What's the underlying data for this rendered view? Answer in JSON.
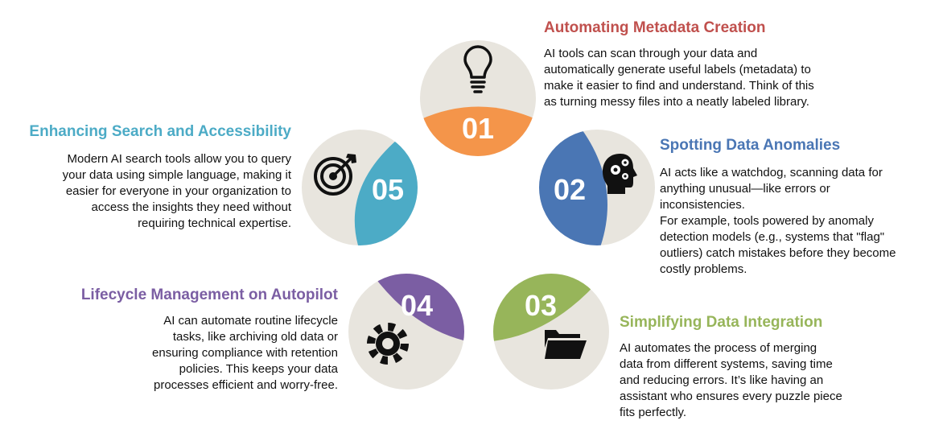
{
  "colors": {
    "circle_bg": "#e8e5de",
    "item01": "#f4954a",
    "item02": "#4a76b4",
    "item03": "#97b55a",
    "item04": "#7b5ea3",
    "item05": "#4cabc6",
    "title01": "#c0504d",
    "title02": "#4a76b4",
    "title03": "#97b55a",
    "title04": "#7b5ea3",
    "title05": "#4cabc6"
  },
  "items": [
    {
      "number": "01",
      "icon": "lightbulb-icon",
      "title": "Automating Metadata Creation",
      "lines": [
        "AI tools can scan through your data and",
        "automatically generate useful labels (metadata) to",
        "make it easier to find and understand. Think of this",
        "as turning messy files into a neatly labeled library."
      ]
    },
    {
      "number": "02",
      "icon": "head-gears-icon",
      "title": "Spotting Data Anomalies",
      "lines": [
        "AI acts like a watchdog, scanning data for",
        "anything unusual—like errors or",
        "inconsistencies.",
        "For example, tools powered by anomaly",
        "detection models (e.g., systems that \"flag\"",
        "outliers) catch mistakes before they become",
        "costly problems."
      ]
    },
    {
      "number": "03",
      "icon": "folder-icon",
      "title": "Simplifying Data Integration",
      "lines": [
        "AI automates the process of merging",
        "data from different systems, saving time",
        "and reducing errors. It’s like having an",
        "assistant who ensures every puzzle piece",
        "fits perfectly."
      ]
    },
    {
      "number": "04",
      "icon": "gear-icon",
      "title": "Lifecycle Management on Autopilot",
      "lines": [
        "AI can automate routine lifecycle",
        "tasks, like archiving old data or",
        "ensuring compliance with retention",
        "policies. This keeps your data",
        "processes efficient and worry-free."
      ]
    },
    {
      "number": "05",
      "icon": "target-icon",
      "title": "Enhancing Search and Accessibility",
      "lines": [
        "Modern AI search tools allow you to query",
        "your data using simple language, making it",
        "easier for everyone in your organization to",
        "access the insights they need without",
        "requiring technical expertise."
      ]
    }
  ]
}
